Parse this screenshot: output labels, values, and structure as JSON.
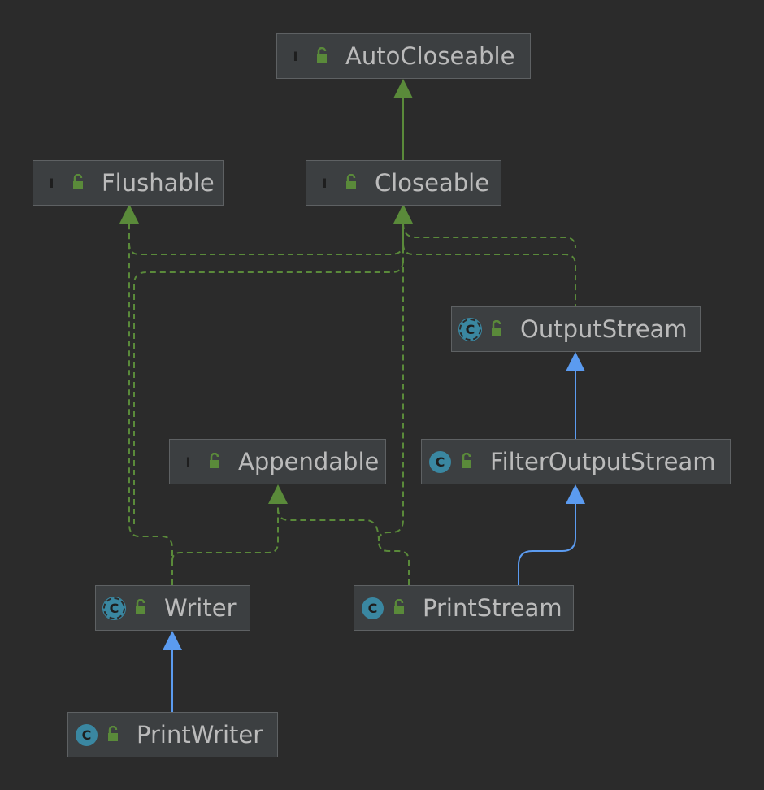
{
  "diagram": {
    "nodes": [
      {
        "id": "autocloseable",
        "label": "AutoCloseable",
        "kind": "interface",
        "badge": "I"
      },
      {
        "id": "flushable",
        "label": "Flushable",
        "kind": "interface",
        "badge": "I"
      },
      {
        "id": "closeable",
        "label": "Closeable",
        "kind": "interface",
        "badge": "I"
      },
      {
        "id": "outputstream",
        "label": "OutputStream",
        "kind": "abstract",
        "badge": "C"
      },
      {
        "id": "appendable",
        "label": "Appendable",
        "kind": "interface",
        "badge": "I"
      },
      {
        "id": "filteroutputstream",
        "label": "FilterOutputStream",
        "kind": "class",
        "badge": "C"
      },
      {
        "id": "writer",
        "label": "Writer",
        "kind": "abstract",
        "badge": "C"
      },
      {
        "id": "printstream",
        "label": "PrintStream",
        "kind": "class",
        "badge": "C"
      },
      {
        "id": "printwriter",
        "label": "PrintWriter",
        "kind": "class",
        "badge": "C"
      }
    ],
    "edges": [
      {
        "from": "closeable",
        "to": "autocloseable",
        "type": "extends-interface"
      },
      {
        "from": "writer",
        "to": "flushable",
        "type": "implements"
      },
      {
        "from": "writer",
        "to": "closeable",
        "type": "implements"
      },
      {
        "from": "writer",
        "to": "appendable",
        "type": "implements"
      },
      {
        "from": "outputstream",
        "to": "closeable",
        "type": "implements"
      },
      {
        "from": "outputstream",
        "to": "flushable",
        "type": "implements"
      },
      {
        "from": "printstream",
        "to": "appendable",
        "type": "implements"
      },
      {
        "from": "printstream",
        "to": "closeable",
        "type": "implements"
      },
      {
        "from": "filteroutputstream",
        "to": "outputstream",
        "type": "extends"
      },
      {
        "from": "printstream",
        "to": "filteroutputstream",
        "type": "extends"
      },
      {
        "from": "printwriter",
        "to": "writer",
        "type": "extends"
      }
    ],
    "colors": {
      "background": "#2b2b2b",
      "node_fill": "#3c3f41",
      "node_border": "#5e6163",
      "text": "#bbbbbb",
      "interface_badge": "#5a8a3a",
      "class_badge": "#3a87a1",
      "implements_edge": "#5a8a3a",
      "extends_edge": "#5b9bf0"
    }
  }
}
